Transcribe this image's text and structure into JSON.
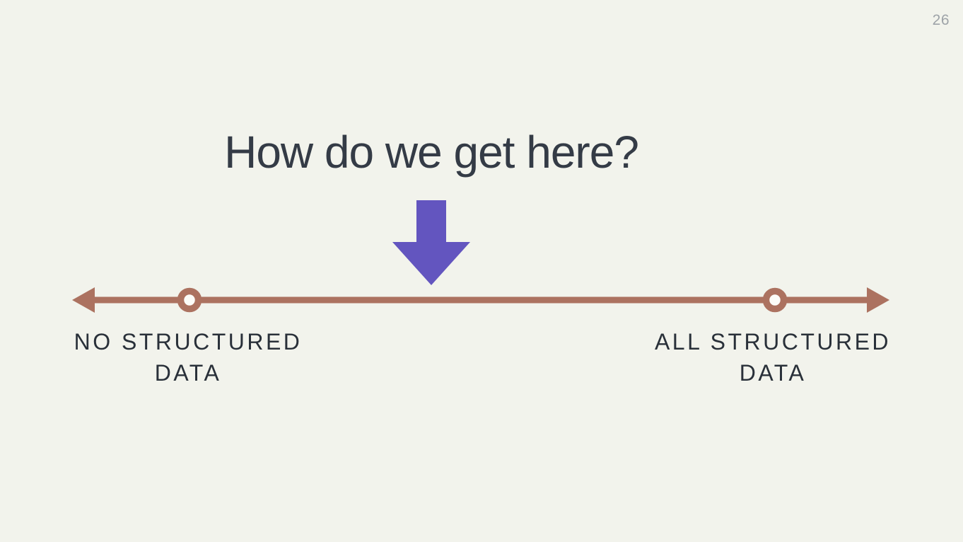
{
  "slide": {
    "page_number": "26",
    "title": "How do we get here?"
  },
  "diagram": {
    "pointer": "down-arrow",
    "axis": {
      "left_end_label_lines": [
        "NO STRUCTURED",
        "DATA"
      ],
      "right_end_label_lines": [
        "ALL STRUCTURED",
        "DATA"
      ]
    }
  },
  "icons": {
    "pointer": "down-arrow-icon",
    "axis_left_end": "arrowhead-left-icon",
    "axis_right_end": "arrowhead-right-icon",
    "axis_markers": "ring-dot-icon"
  },
  "colors": {
    "background": "#F2F3EC",
    "title_text": "#343B46",
    "label_text": "#293039",
    "page_number_text": "#9EA3A8",
    "pointer_purple": "#6355BF",
    "axis_terracotta": "#AC7260",
    "marker_hole": "#FCFCF8"
  }
}
